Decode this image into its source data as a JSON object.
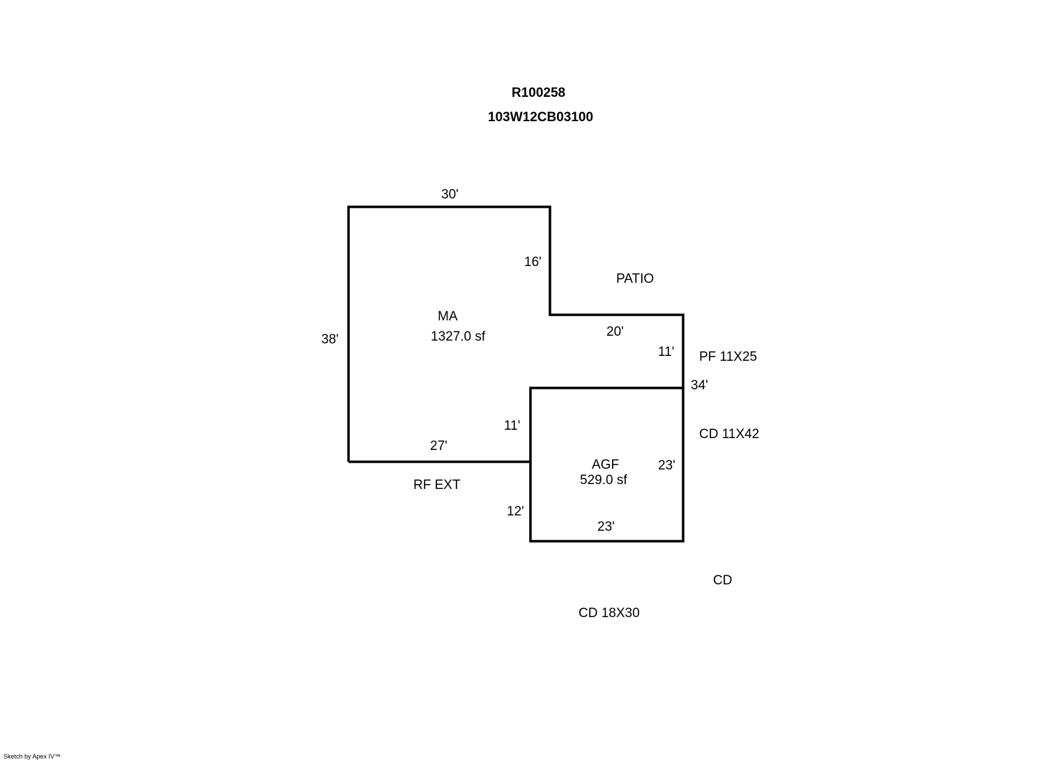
{
  "header": {
    "account": "R100258",
    "map_tax_lot": "103W12CB03100"
  },
  "areas": {
    "ma": {
      "code": "MA",
      "area": "1327.0 sf"
    },
    "agf": {
      "code": "AGF",
      "area": "529.0 sf"
    }
  },
  "dimensions": {
    "ma_top": "30'",
    "ma_step_right": "16'",
    "ma_left": "38'",
    "ma_step_bottom": "20'",
    "ma_right_upper": "11'",
    "ma_right_total": "34'",
    "ma_bottom": "27'",
    "ma_inner_left": "11'",
    "agf_left": "12'",
    "agf_right": "23'",
    "agf_bottom": "23'"
  },
  "annotations": {
    "patio": "PATIO",
    "pf": "PF 11X25",
    "cd_right": "CD 11X42",
    "rf_ext": "RF EXT",
    "cd": "CD",
    "cd_bottom": "CD 18X30"
  },
  "footer": {
    "credit": "Sketch by Apex IV™"
  },
  "colors": {
    "line": "#000000",
    "background": "#ffffff"
  }
}
